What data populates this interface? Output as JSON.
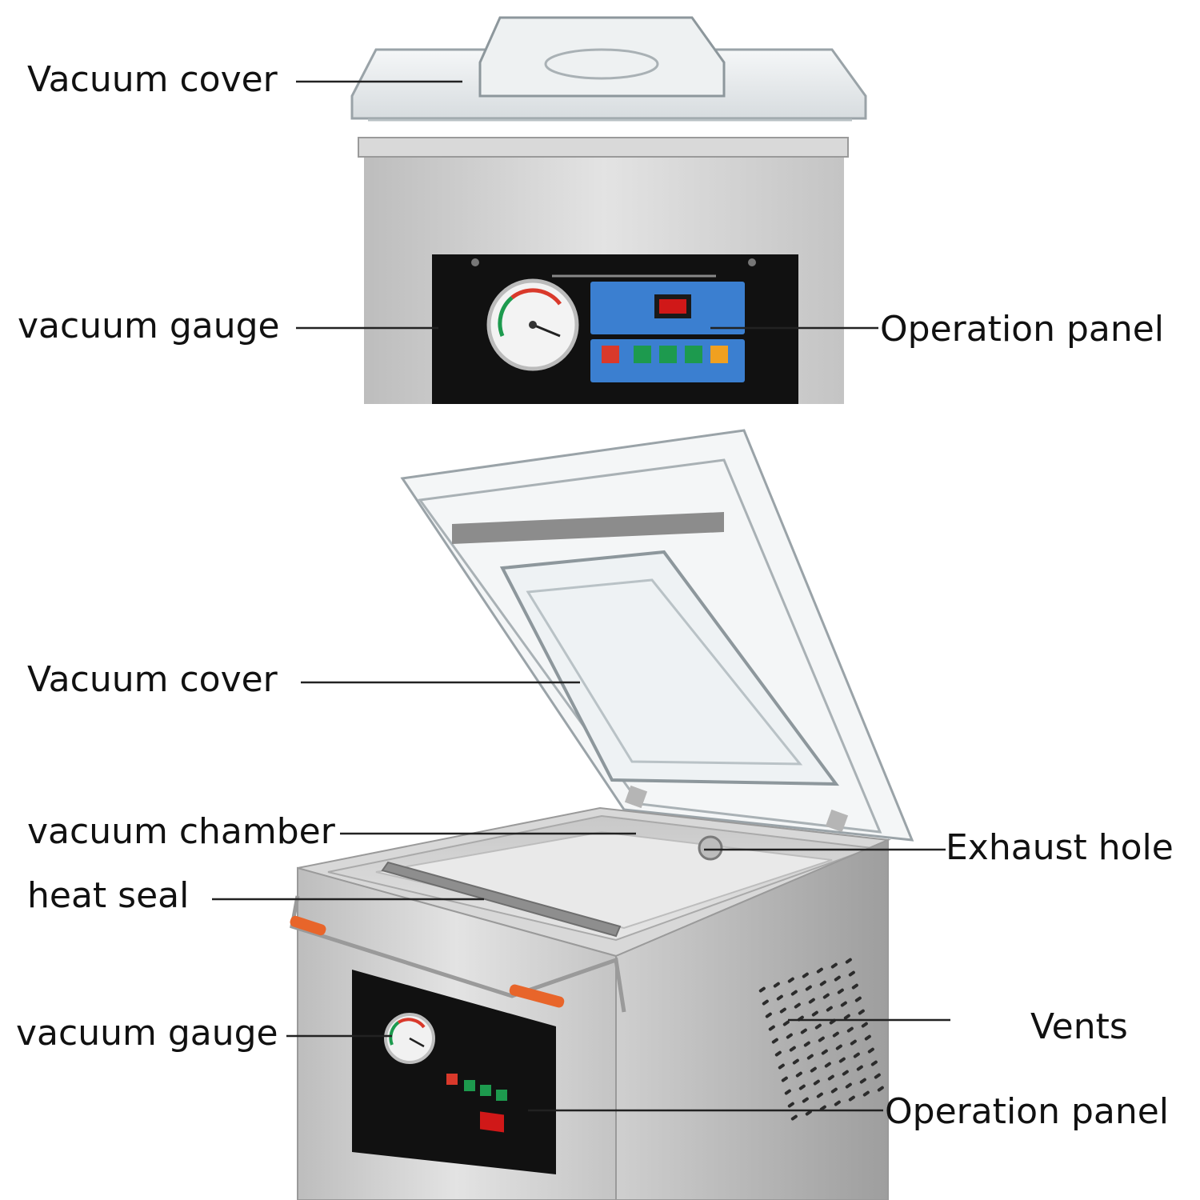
{
  "labels": {
    "top_vacuum_cover": "Vacuum cover",
    "top_vacuum_gauge": "vacuum gauge",
    "top_operation_panel": "Operation panel",
    "bottom_vacuum_cover": "Vacuum cover",
    "vacuum_chamber": "vacuum chamber",
    "heat_seal": "heat seal",
    "exhaust_hole": "Exhaust hole",
    "vents": "Vents",
    "bottom_vacuum_gauge": "vacuum gauge",
    "bottom_operation_panel": "Operation panel"
  },
  "colors": {
    "steel": "#c9c9c9",
    "steel_dark": "#a5a5a5",
    "panel_black": "#111111",
    "panel_blue": "#3b7fd0",
    "display_red": "#d01818",
    "button_red": "#d9392b",
    "button_green": "#1d9a4e",
    "handle_orange": "#e8652a",
    "leader_line": "#222222"
  }
}
